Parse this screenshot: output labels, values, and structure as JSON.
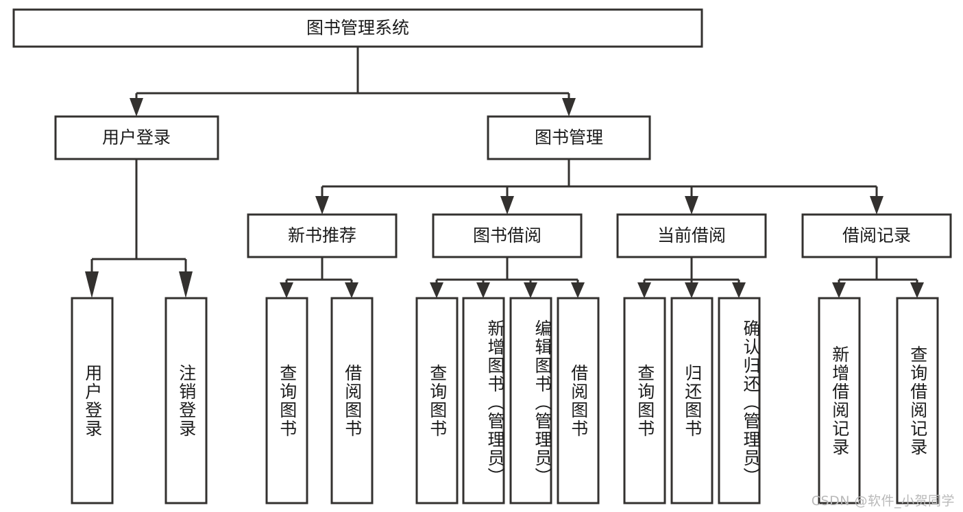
{
  "diagram": {
    "type": "tree-hierarchy-chart",
    "title": "图书管理系统",
    "accent_color": "#33312f",
    "background_color": "#ffffff",
    "levels": [
      {
        "level": 1,
        "nodes": [
          {
            "id": "root",
            "label": "图书管理系统",
            "orientation": "horizontal"
          }
        ]
      },
      {
        "level": 2,
        "nodes": [
          {
            "id": "login",
            "label": "用户登录",
            "orientation": "horizontal",
            "parent": "root"
          },
          {
            "id": "bookmgmt",
            "label": "图书管理",
            "orientation": "horizontal",
            "parent": "root"
          }
        ]
      },
      {
        "level": 3,
        "nodes": [
          {
            "id": "newbook",
            "label": "新书推荐",
            "orientation": "horizontal",
            "parent": "bookmgmt"
          },
          {
            "id": "borrow",
            "label": "图书借阅",
            "orientation": "horizontal",
            "parent": "bookmgmt"
          },
          {
            "id": "current",
            "label": "当前借阅",
            "orientation": "horizontal",
            "parent": "bookmgmt"
          },
          {
            "id": "records",
            "label": "借阅记录",
            "orientation": "horizontal",
            "parent": "bookmgmt"
          }
        ]
      },
      {
        "level": 4,
        "nodes": [
          {
            "id": "leaf-1",
            "label": "用户登录",
            "orientation": "vertical",
            "parent": "login"
          },
          {
            "id": "leaf-2",
            "label": "注销登录",
            "orientation": "vertical",
            "parent": "login"
          },
          {
            "id": "leaf-3",
            "label": "查询图书",
            "orientation": "vertical",
            "parent": "newbook"
          },
          {
            "id": "leaf-4",
            "label": "借阅图书",
            "orientation": "vertical",
            "parent": "newbook"
          },
          {
            "id": "leaf-5",
            "label": "查询图书",
            "orientation": "vertical",
            "parent": "borrow"
          },
          {
            "id": "leaf-6",
            "label": "新增图书（管理员）",
            "orientation": "vertical",
            "parent": "borrow"
          },
          {
            "id": "leaf-7",
            "label": "编辑图书（管理员）",
            "orientation": "vertical",
            "parent": "borrow"
          },
          {
            "id": "leaf-8",
            "label": "借阅图书",
            "orientation": "vertical",
            "parent": "borrow"
          },
          {
            "id": "leaf-9",
            "label": "查询图书",
            "orientation": "vertical",
            "parent": "current"
          },
          {
            "id": "leaf-10",
            "label": "归还图书",
            "orientation": "vertical",
            "parent": "current"
          },
          {
            "id": "leaf-11",
            "label": "确认归还（管理员）",
            "orientation": "vertical",
            "parent": "current"
          },
          {
            "id": "leaf-12",
            "label": "新增借阅记录",
            "orientation": "vertical",
            "parent": "records"
          },
          {
            "id": "leaf-13",
            "label": "查询借阅记录",
            "orientation": "vertical",
            "parent": "records"
          }
        ]
      }
    ]
  },
  "watermark": {
    "text": "CSDN @软件_小贺同学"
  }
}
